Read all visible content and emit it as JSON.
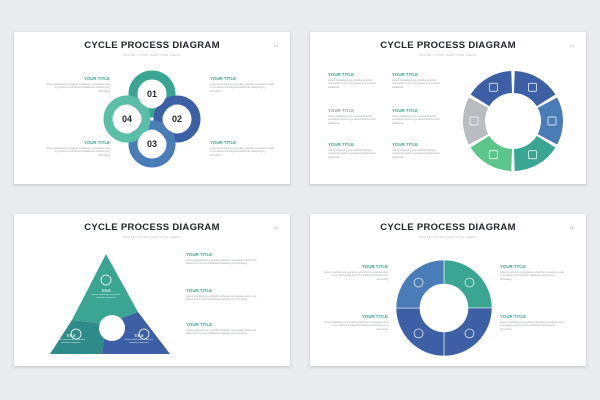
{
  "slides": [
    {
      "title": "CYCLE PROCESS DIAGRAM",
      "subtitle": "WRITE YOUR SUBTITLE HERE",
      "page_number": "13",
      "numbers": [
        "01",
        "02",
        "03",
        "04"
      ],
      "items": [
        {
          "title": "YOUR TITLE",
          "body": "Green marketing is a practice whereby companies seek to go above and beyond traditional marketing by promoting"
        },
        {
          "title": "YOUR TITLE",
          "body": "Green marketing is a practice whereby companies seek to go above and beyond traditional marketing by promoting"
        },
        {
          "title": "YOUR TITLE",
          "body": "Green marketing is a practice whereby companies seek to go above and beyond traditional marketing by promoting"
        },
        {
          "title": "YOUR TITLE",
          "body": "Green marketing is a practice whereby companies seek to go above and beyond traditional marketing by promoting"
        }
      ]
    },
    {
      "title": "CYCLE PROCESS DIAGRAM",
      "subtitle": "WRITE YOUR SUBTITLE HERE",
      "page_number": "14",
      "items": [
        {
          "title": "YOUR TITLE",
          "body": "Green marketing is a practice whereby companies seek to go above and beyond traditional"
        },
        {
          "title": "YOUR TITLE",
          "body": "Green marketing is a practice whereby companies seek to go above and beyond traditional"
        },
        {
          "title": "YOUR TITLE",
          "body": "Green marketing is a practice whereby companies seek to go above and beyond traditional"
        },
        {
          "title": "YOUR TITLE",
          "body": "Green marketing is a practice whereby companies seek to go above and beyond traditional"
        },
        {
          "title": "YOUR TITLE",
          "body": "Green marketing is a practice whereby companies seek to go above and beyond traditional"
        },
        {
          "title": "YOUR TITLE",
          "body": "Green marketing is a practice whereby companies seek to go above and beyond traditional"
        }
      ]
    },
    {
      "title": "CYCLE PROCESS DIAGRAM",
      "subtitle": "WRITE YOUR SUBTITLE HERE",
      "page_number": "15",
      "triangle_labels": [
        {
          "title": "TITLE",
          "body": "Green marketing is a practice whereby companies"
        },
        {
          "title": "TITLE",
          "body": "Green marketing is a practice whereby companies"
        },
        {
          "title": "TITLE",
          "body": "Green marketing is a practice whereby companies"
        }
      ],
      "items": [
        {
          "title": "YOUR TITLE",
          "body": "Green marketing is a practice whereby companies seek to go above and beyond traditional marketing by promoting"
        },
        {
          "title": "YOUR TITLE",
          "body": "Green marketing is a practice whereby companies seek to go above and beyond traditional marketing by promoting"
        },
        {
          "title": "YOUR TITLE",
          "body": "Green marketing is a practice whereby companies seek to go above and beyond traditional marketing by promoting"
        }
      ]
    },
    {
      "title": "CYCLE PROCESS DIAGRAM",
      "subtitle": "WRITE YOUR SUBTITLE HERE",
      "page_number": "16",
      "items": [
        {
          "title": "YOUR TITLE",
          "body": "Green marketing is a practice whereby companies seek to go above and beyond traditional marketing by promoting"
        },
        {
          "title": "YOUR TITLE",
          "body": "Green marketing is a practice whereby companies seek to go above and beyond traditional marketing by promoting"
        },
        {
          "title": "YOUR TITLE",
          "body": "Green marketing is a practice whereby companies seek to go above and beyond traditional marketing by promoting"
        },
        {
          "title": "YOUR TITLE",
          "body": "Green marketing is a practice whereby companies seek to go above and beyond traditional marketing by promoting"
        }
      ]
    }
  ],
  "palette": {
    "teal": "#3aa592",
    "teal_dark": "#2f8b8a",
    "blue": "#3d5fa6",
    "blue_light": "#4a7cb8",
    "green": "#5cc58a",
    "grey": "#b9bcc1",
    "text_dark": "#22262e"
  }
}
